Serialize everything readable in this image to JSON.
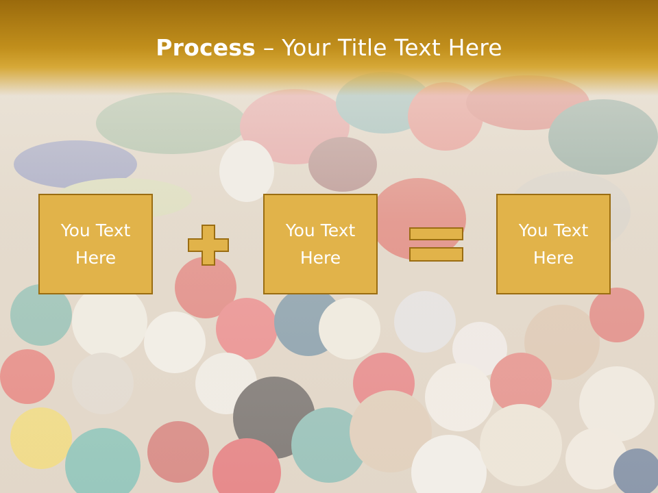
{
  "title": {
    "bold": "Process",
    "rest": " – Your Title Text Here"
  },
  "boxes": [
    {
      "text": "You Text Here"
    },
    {
      "text": "You Text Here"
    },
    {
      "text": "You Text Here"
    }
  ],
  "operators": [
    "plus-icon",
    "equals-icon"
  ],
  "colors": {
    "header": "#c18f1c",
    "box_fill": "#e1b34a",
    "box_border": "#9a6d12",
    "text": "#ffffff"
  }
}
